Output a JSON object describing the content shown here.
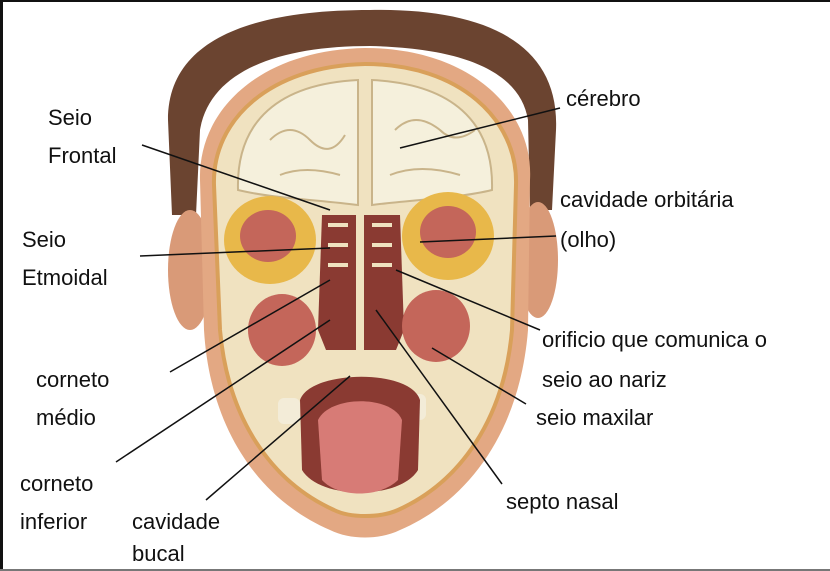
{
  "labels": {
    "seio_frontal_1": "Seio",
    "seio_frontal_2": "Frontal",
    "cerebro": "cérebro",
    "cavidade_orbitaria_1": "cavidade orbitária",
    "cavidade_orbitaria_2": "(olho)",
    "seio_etmoidal_1": "Seio",
    "seio_etmoidal_2": "Etmoidal",
    "orificio_1": "orificio que comunica o",
    "orificio_2": "seio ao nariz",
    "corneto_medio_1": "corneto",
    "corneto_medio_2": "médio",
    "seio_maxilar": "seio maxilar",
    "corneto_inferior_1": "corneto",
    "corneto_inferior_2": "inferior",
    "cavidade_bucal_1": "cavidade",
    "cavidade_bucal_2": "bucal",
    "septo_nasal": "septo nasal"
  },
  "colors": {
    "hair": "#6b4430",
    "skin": "#e3a883",
    "bone": "#f0e2c0",
    "brain": "#f5f0dc",
    "fat": "#e8b84a",
    "muscle": "#c4665a",
    "cavity": "#8a3a32",
    "leader": "#111111"
  }
}
